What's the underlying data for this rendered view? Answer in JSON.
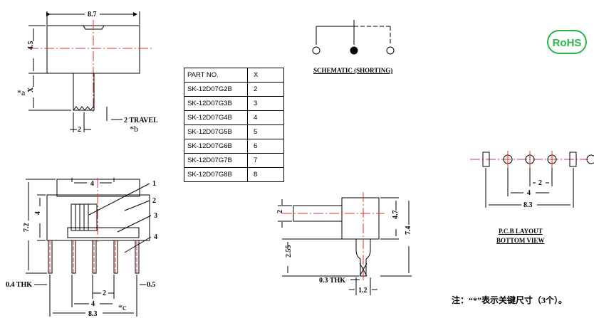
{
  "top_view": {
    "width_dim": "8.7",
    "height_dim": "4.5",
    "x_dim": "X",
    "a_note": "*a",
    "lever_width": "2",
    "travel_note": "2 TRAVEL",
    "b_note": "*b"
  },
  "part_table": {
    "headers": [
      "PART NO.",
      "X"
    ],
    "rows": [
      [
        "SK-12D07G2B",
        "2"
      ],
      [
        "SK-12D07G3B",
        "3"
      ],
      [
        "SK-12D07G4B",
        "4"
      ],
      [
        "SK-12D07G5B",
        "5"
      ],
      [
        "SK-12D07G6B",
        "6"
      ],
      [
        "SK-12D07G7B",
        "7"
      ],
      [
        "SK-12D07G8B",
        "8"
      ]
    ]
  },
  "schematic": {
    "title": "SCHEMATIC (SHORTING)"
  },
  "rohs": {
    "text": "RoHS",
    "color": "#2db34a"
  },
  "front_view": {
    "top_dim": "4",
    "height_dim": "7.2",
    "body_dim": "4",
    "thk_note": "0.4 THK",
    "pin_dim": "0.5",
    "pitch_dim": "2",
    "span_dim": "4",
    "total_dim": "8.3",
    "c_note": "*c",
    "callouts": [
      "1",
      "2",
      "3",
      "4"
    ]
  },
  "side_view": {
    "lever_dim": "2",
    "height_dim": "4.7",
    "total_dim": "7.4",
    "pin_dim": "2.55",
    "thk_note": "0.3 THK",
    "width_dim": "1.2"
  },
  "pcb": {
    "pitch_dim": "2",
    "span_dim": "4",
    "total_dim": "8.3",
    "title1": "P.C.B LAYOUT",
    "title2": "BOTTOM VIEW"
  },
  "note": "注：“*”表示关键尺寸（3个）。"
}
